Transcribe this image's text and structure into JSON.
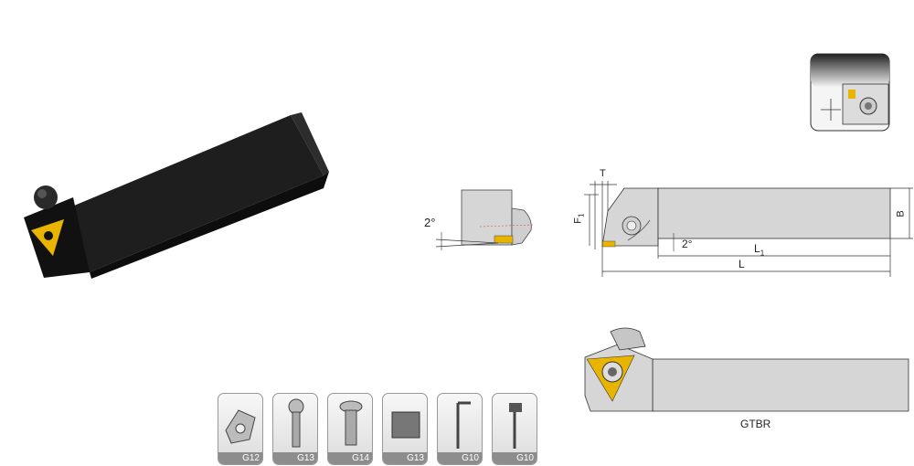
{
  "diagram": {
    "angle_left": "2°",
    "angle_top_view": "2°",
    "dims": {
      "T": "T",
      "F1": "F",
      "F1_sub": "1",
      "B": "B",
      "L1": "L",
      "L1_sub": "1",
      "L": "L"
    },
    "model_label": "GTBR",
    "parts": [
      {
        "code": "G12"
      },
      {
        "code": "G13"
      },
      {
        "code": "G14"
      },
      {
        "code": "G13"
      },
      {
        "code": "G10"
      },
      {
        "code": "G10"
      }
    ],
    "colors": {
      "insert": "#e8b400",
      "body_grey": "#d6d6d6",
      "holder_dark": "#141414",
      "tag_grey": "#8d8d8d"
    }
  }
}
